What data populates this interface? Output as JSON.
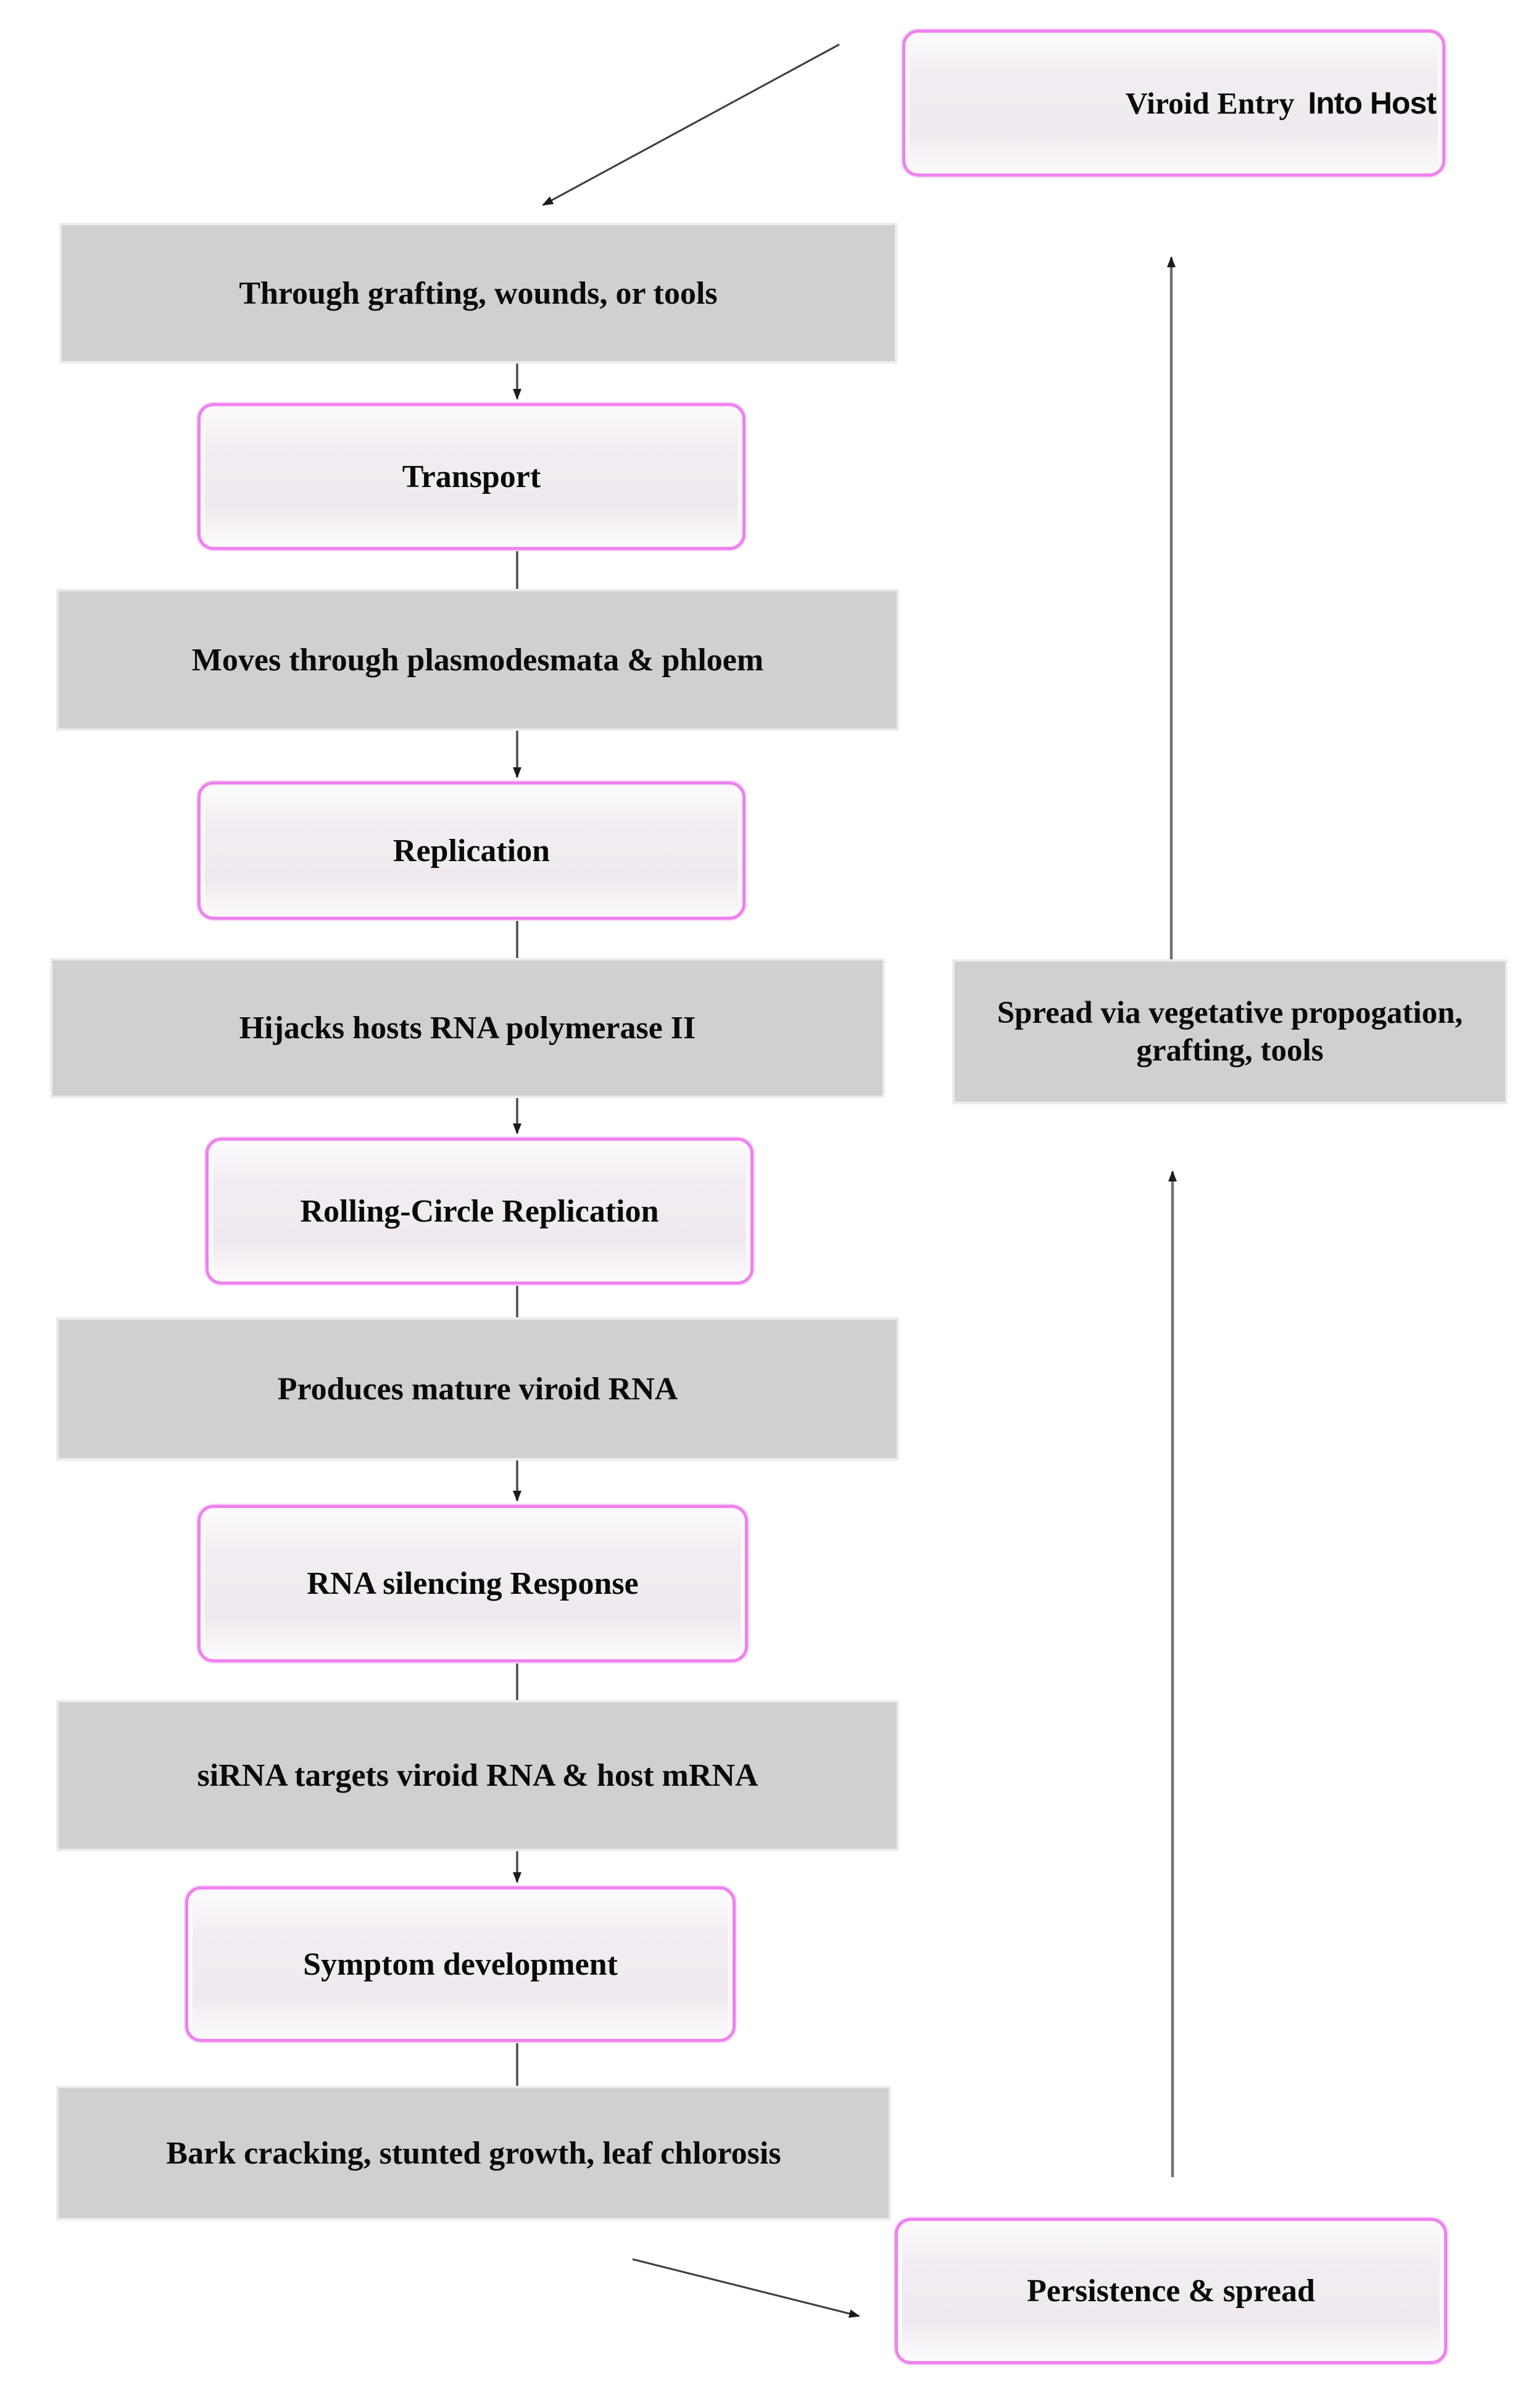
{
  "flowchart": {
    "nodes": {
      "viroid_entry": {
        "label": "Viroid Entry",
        "label_suffix": "Into Host"
      },
      "entry_route": {
        "label": "Through grafting, wounds, or tools"
      },
      "transport": {
        "label": "Transport"
      },
      "movement": {
        "label": "Moves through plasmodesmata & phloem"
      },
      "replication": {
        "label": "Replication"
      },
      "hijack": {
        "label": "Hijacks hosts RNA polymerase II"
      },
      "spread_route": {
        "label": "Spread via vegetative propogation, grafting, tools"
      },
      "rolling_circle": {
        "label": "Rolling-Circle Replication"
      },
      "mature_rna": {
        "label": "Produces mature viroid RNA"
      },
      "rna_silencing": {
        "label": "RNA silencing Response"
      },
      "sirna_targets": {
        "label": "siRNA targets viroid RNA & host mRNA"
      },
      "symptom": {
        "label": "Symptom development"
      },
      "symptoms_list": {
        "label": "Bark cracking, stunted growth, leaf chlorosis"
      },
      "persistence": {
        "label": "Persistence & spread"
      }
    },
    "colors": {
      "process_box_border": "#ee82ee",
      "process_box_fill": "#f2edf2",
      "step_box_fill": "#d0d0d0",
      "text": "#0a0a0a",
      "arrow": "#4a4a4a"
    }
  }
}
